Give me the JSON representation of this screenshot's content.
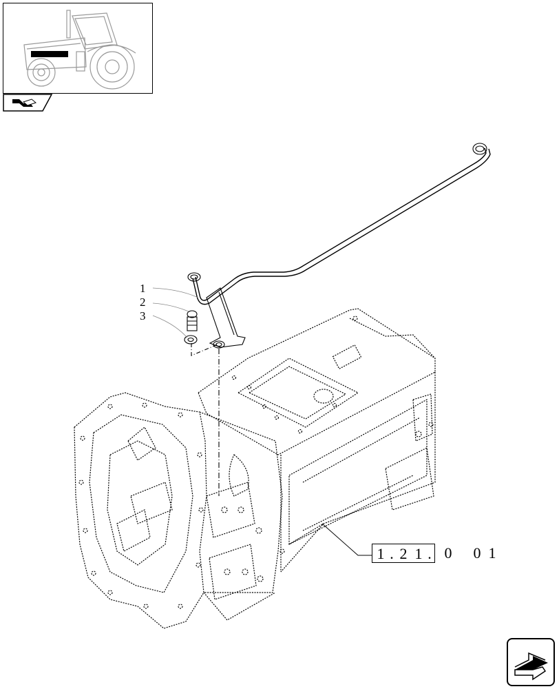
{
  "callouts": [
    {
      "label": "1"
    },
    {
      "label": "2"
    },
    {
      "label": "3"
    }
  ],
  "reference": {
    "boxed_digits": [
      "1",
      ".",
      "2",
      "1",
      "."
    ],
    "plain_digits": [
      "0",
      "0",
      "1"
    ],
    "display": "1.21.0 01"
  },
  "icons": {
    "thumbnail": "tractor-thumbnail-icon",
    "section_tab": "section-tab-icon",
    "next_page": "next-page-arrow-icon"
  },
  "colors": {
    "line": "#000000",
    "highlight_bar": "#000000",
    "background": "#ffffff"
  }
}
